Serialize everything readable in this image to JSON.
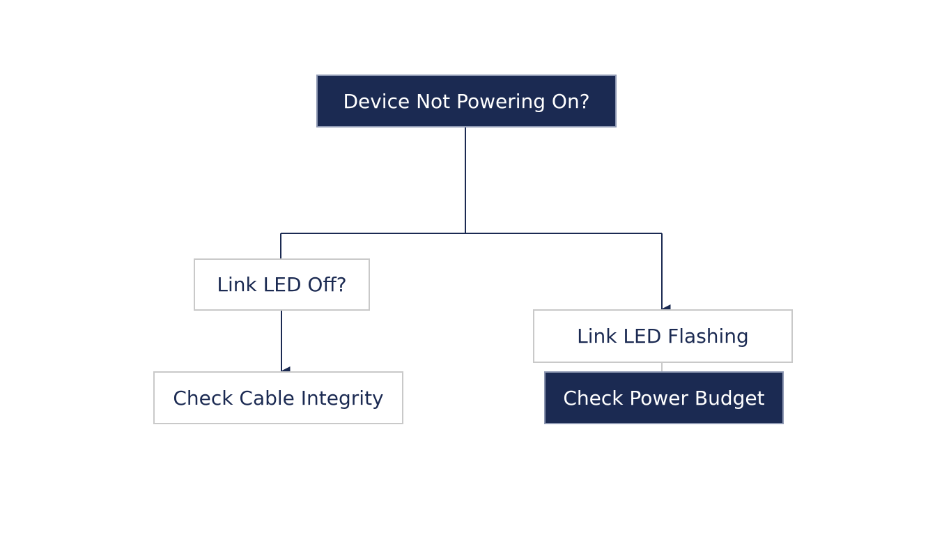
{
  "colors": {
    "dark": "#1b2a52",
    "connector": "#1b2a52",
    "light_border": "#c9c9c9",
    "faint_link": "#c9c9c9"
  },
  "nodes": {
    "root": "Device Not Powering On?",
    "led_off": "Link LED Off?",
    "check_cable": "Check Cable Integrity",
    "led_flashing": "Link LED Flashing",
    "check_power": "Check Power Budget"
  }
}
